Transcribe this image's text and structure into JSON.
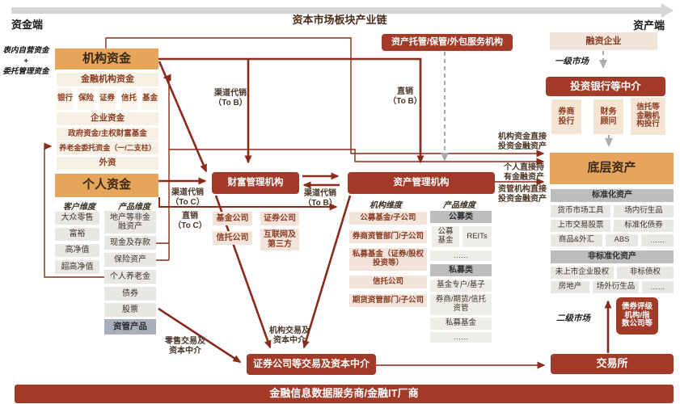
{
  "palette": {
    "accent_red": "#A33A27",
    "arrow_red": "#8A2A1B",
    "orange": "#E7A55C",
    "tan": "#F6EFE3",
    "pink": "#F3E4DB",
    "gray_header": "#BDBDBB",
    "gray_item": "#E9E7E3",
    "slate": "#A7AFBC",
    "band_gray": "#D6D6D6"
  },
  "header": {
    "left": "资金端",
    "title": "资本市场板块产业链",
    "right": "资产端"
  },
  "side_note": "表内自营资金\n+\n委托管理资金",
  "dots": "……",
  "institutional": {
    "title": "机构资金",
    "financial": "金融机构资金",
    "types": [
      "银行",
      "保险",
      "证券",
      "信托",
      "基金"
    ],
    "items": [
      "企业资金",
      "政府资金/主权财富基金",
      "养老金委托资金（一/二支柱）",
      "外资"
    ]
  },
  "personal": {
    "title": "个人资金",
    "customer_dim": "客户维度",
    "product_dim": "产品维度",
    "customers": [
      "大众零售",
      "富裕",
      "高净值",
      "超高净值"
    ],
    "products": [
      "地产等非金\n融资产",
      "现金及存款",
      "保险资产",
      "个人养老金",
      "债券",
      "股票"
    ],
    "amp": "资管产品"
  },
  "wealth": {
    "title": "财富管理机构",
    "items": [
      "基金公司",
      "证券公司",
      "信托公司",
      "互联网及\n第三方"
    ]
  },
  "custody": {
    "title": "资产托管/保管/外包服务机构"
  },
  "asset_mgmt": {
    "title": "资产管理机构",
    "inst_dim": "机构维度",
    "prod_dim": "产品维度",
    "institutions": [
      "公募基金/子公司",
      "券商资管部门/子公司",
      "私募基金（证券/股权\n投资等）",
      "信托公司",
      "期货资管部门/子公司"
    ],
    "public_header": "公募类",
    "public_items": [
      "公募\n基金",
      "REITs"
    ],
    "private_header": "私募类",
    "private_items": [
      "基金专户/基子",
      "券商/期货/信托\n资管",
      "私募基金"
    ]
  },
  "financing": {
    "title": "融资企业"
  },
  "invest_bank": {
    "title": "投资银行等中介",
    "items": [
      "券商\n投行",
      "财务\n顾问",
      "信托等\n金融机\n构投行"
    ]
  },
  "underlying": {
    "title": "底层资产",
    "std_header": "标准化资产",
    "std_row1": [
      "货币市场工具",
      "场内衍生品"
    ],
    "std_row2": [
      "上市交易股票",
      "标准化债券"
    ],
    "std_row3": [
      "商品&外汇",
      "ABS",
      "……"
    ],
    "nonstd_header": "非标准化资产",
    "nonstd_row1": [
      "未上市企业股权",
      "非标债权"
    ],
    "nonstd_row2": [
      "房地产",
      "场外衍生品",
      "……"
    ]
  },
  "rating": {
    "title": "债券评级\n机构/指\n数公司等"
  },
  "exchange": {
    "title": "交易所"
  },
  "broker": {
    "title": "证券公司等交易及资本中介"
  },
  "bottom_bar": {
    "title": "金融信息数据服务商/金融IT厂商"
  },
  "labels": {
    "channel_tob_left": "渠道代销\n（To B）",
    "direct_tob": "直销\n（To B）",
    "channel_toc": "渠道代销\n（To C）",
    "direct_toc": "直销\n（To C）",
    "channel_tob_mid": "渠道代销\n（To B）",
    "inst_direct": "机构资金直接\n投资金融资产",
    "personal_direct": "个人直接持\n有金融资产",
    "am_direct": "资管机构直接\n投资金融资产",
    "primary": "一级市场",
    "secondary": "二级市场",
    "retail_trading": "零售交易及\n资本中介",
    "inst_trading": "机构交易及\n资本中介"
  }
}
